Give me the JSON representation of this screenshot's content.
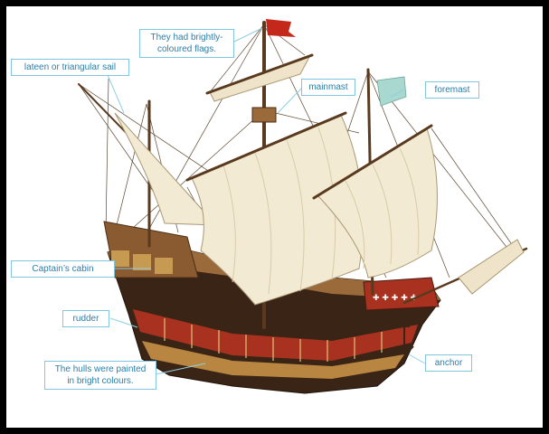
{
  "labels": {
    "flags": [
      "They had brightly-",
      "coloured flags."
    ],
    "lateen": "lateen or triangular sail",
    "mainmast": "mainmast",
    "foremast": "foremast",
    "captains_cabin": "Captain’s cabin",
    "rudder": "rudder",
    "hulls": [
      "The hulls were painted",
      "in bright colours."
    ],
    "anchor": "anchor"
  },
  "colors": {
    "label_text": "#2a7fa8",
    "label_border": "#7fc6de",
    "leader_line": "#8fcfe3",
    "sail": "#f3ead3",
    "hull_dark": "#3a2416",
    "hull_red": "#a8321f",
    "wood": "#9a6a3a"
  }
}
